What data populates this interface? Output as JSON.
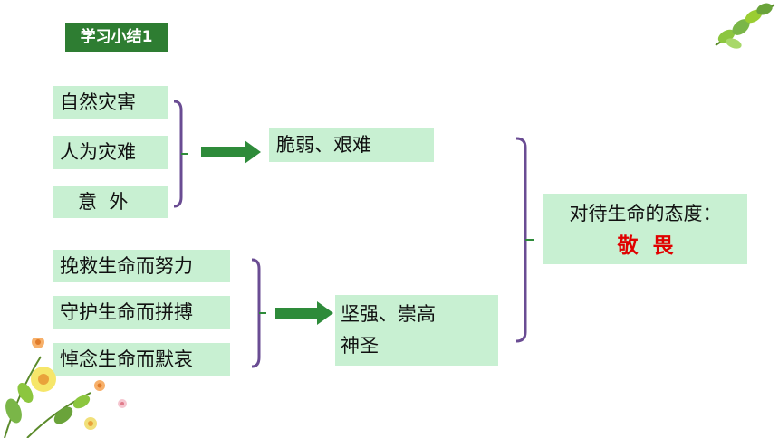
{
  "header": {
    "badge": "学习小结1"
  },
  "group1": {
    "items": [
      "自然灾害",
      "人为灾难",
      "意  外"
    ],
    "result": "脆弱、艰难"
  },
  "group2": {
    "items": [
      "挽救生命而努力",
      "守护生命而拼搏",
      "悼念生命而默哀"
    ],
    "result_line1": "坚强、崇高",
    "result_line2": "神圣"
  },
  "conclusion": {
    "line1": "对待生命的态度：",
    "line2": "敬  畏"
  },
  "colors": {
    "box": "#c8f0d2",
    "badge": "#2e7d32",
    "bracket": "#6a4c93",
    "arrow": "#2e8b3a",
    "accent": "#e00000"
  }
}
